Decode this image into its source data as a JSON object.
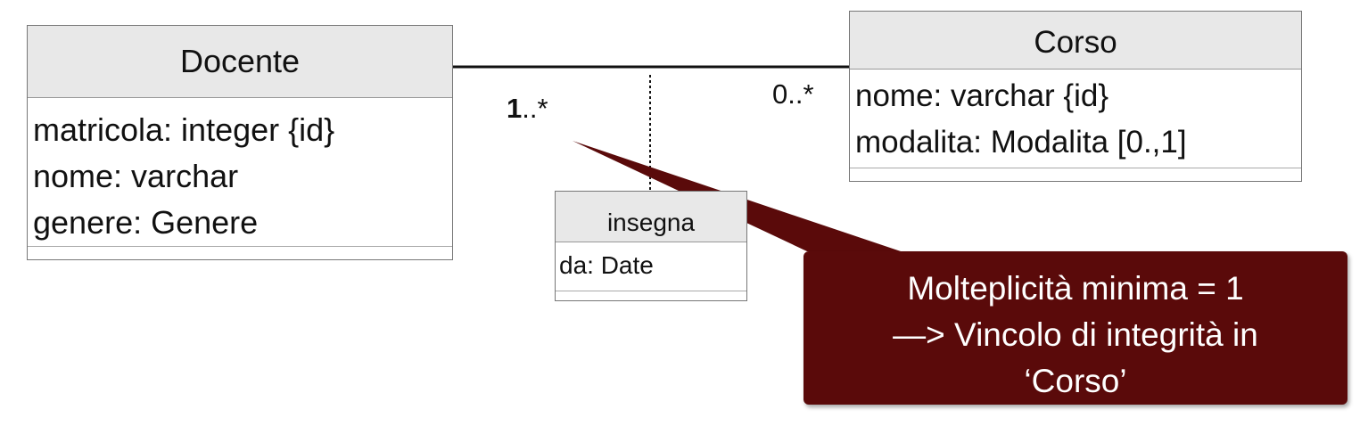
{
  "classes": {
    "docente": {
      "name": "Docente",
      "attributes": [
        "matricola: integer {id}",
        "nome: varchar",
        "genere: Genere"
      ]
    },
    "corso": {
      "name": "Corso",
      "attributes": [
        "nome: varchar {id}",
        "modalita: Modalita [0.,1]"
      ]
    },
    "insegna": {
      "name": "insegna",
      "attributes": [
        "da: Date"
      ]
    }
  },
  "association": {
    "left_multiplicity_bold": "1",
    "left_multiplicity_rest": "..*",
    "right_multiplicity": "0..*"
  },
  "callout": {
    "lines": [
      "Molteplicità minima = 1",
      "—> Vincolo di integrità in",
      "‘Corso’"
    ],
    "fill_color": "#5a0a0a",
    "text_color": "#ffffff"
  }
}
